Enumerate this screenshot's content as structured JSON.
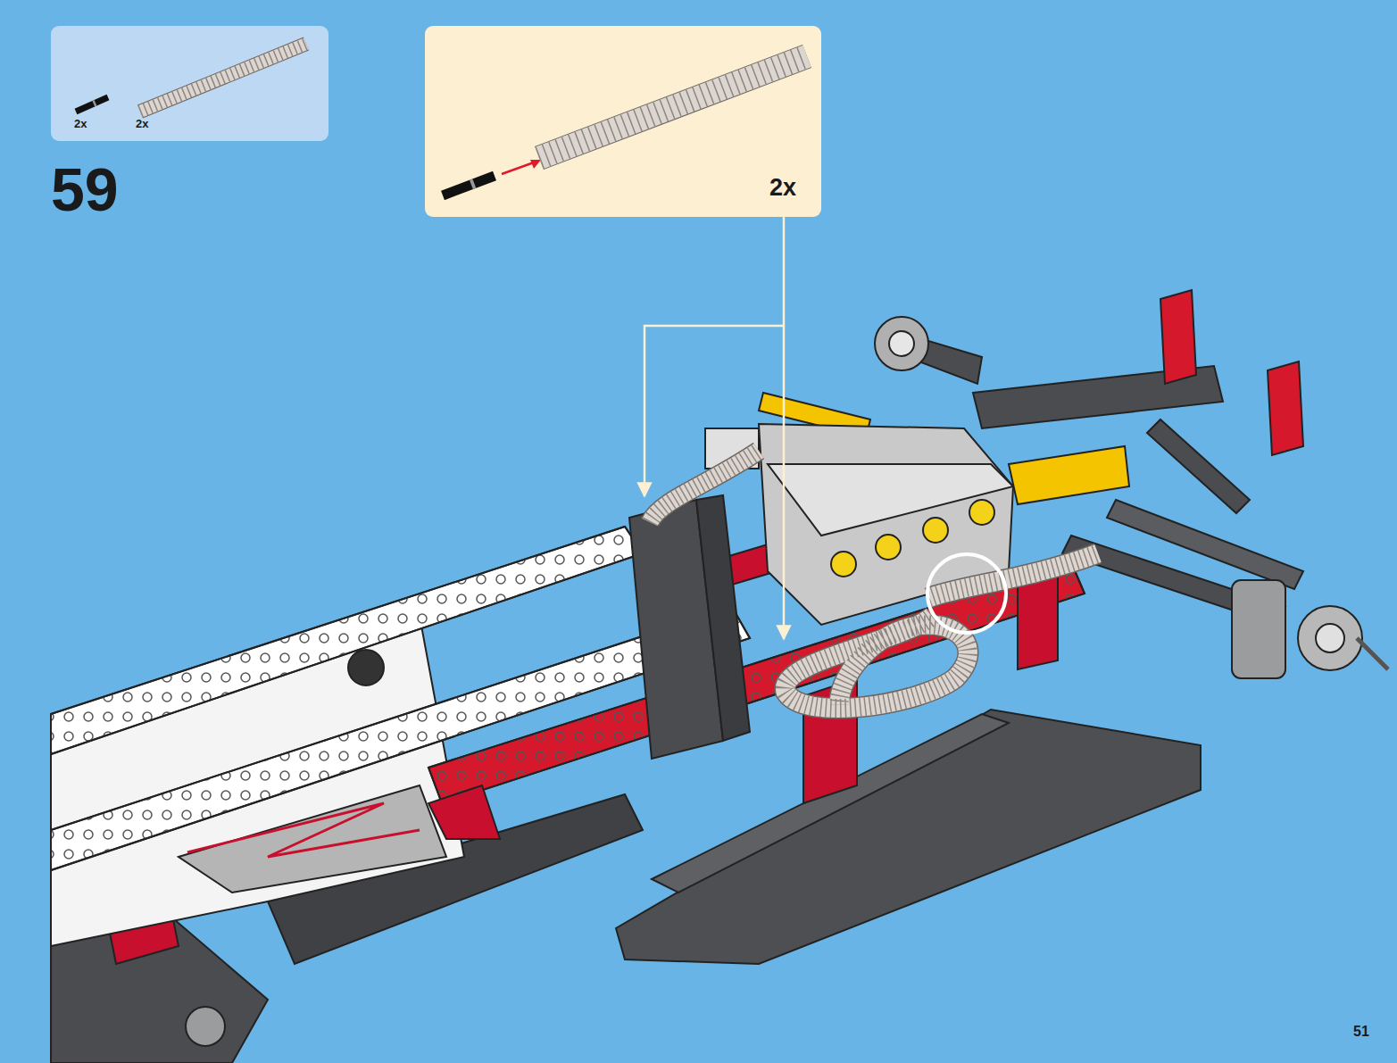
{
  "diagram": {
    "nodes": [
      {
        "text": [
          "2x",
          "2x"
        ]
      },
      {
        "text": [
          "2x"
        ]
      }
    ],
    "labels": [
      "59",
      "51"
    ]
  }
}
